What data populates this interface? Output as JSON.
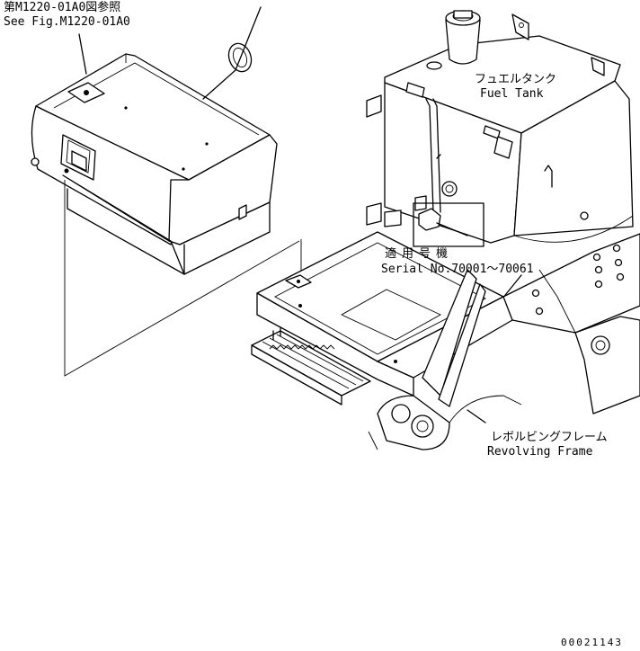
{
  "callouts": {
    "see_fig_jp": "第M1220-01A0図参照",
    "see_fig_en": "See Fig.M1220-01A0",
    "fuel_tank_jp": "フュエルタンク",
    "fuel_tank_en": "Fuel Tank",
    "serial_jp": "適用号機",
    "serial_en": "Serial No.70001～70061",
    "frame_jp": "レボルビングフレーム",
    "frame_en": "Revolving Frame"
  },
  "drawing_number": "00021143"
}
